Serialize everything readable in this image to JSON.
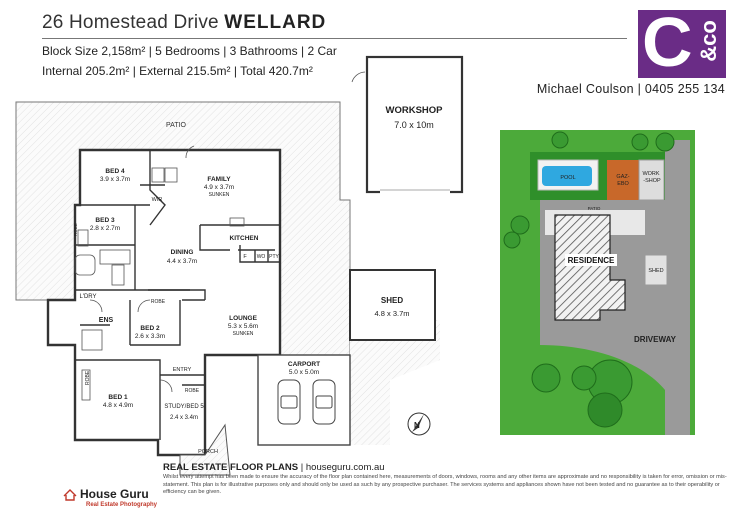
{
  "header": {
    "address": "26 Homestead Drive",
    "suburb": "WELLARD",
    "line1": "Block Size 2,158m² | 5 Bedrooms | 3 Bathrooms | 2 Car",
    "line2": "Internal 205.2m² | External 215.5m² | Total 420.7m²"
  },
  "brand": {
    "logo_letter": "C",
    "logo_suffix": "&co",
    "color": "#6a2c86"
  },
  "agent": "Michael Coulson | 0405 255 134",
  "floorplan": {
    "patio": "PATIO",
    "bed4": "BED 4",
    "bed4_size": "3.9 x 3.7m",
    "family": "FAMILY",
    "family_size": "4.9 x 3.7m",
    "family_note": "SUNKEN",
    "wir": "WIR",
    "bed3": "BED 3",
    "bed3_size": "2.8 x 2.7m",
    "robe": "ROBE",
    "dining": "DINING",
    "dining_size": "4.4 x 3.7m",
    "kitchen": "KITCHEN",
    "fridge": "F",
    "wo": "WO",
    "pty": "PTY",
    "ldry": "L'DRY",
    "ens": "ENS",
    "bed2": "BED 2",
    "bed2_size": "2.6 x 3.3m",
    "lounge": "LOUNGE",
    "lounge_size": "5.3 x 5.6m",
    "lounge_note": "SUNKEN",
    "entry": "ENTRY",
    "bed1": "BED 1",
    "bed1_size": "4.8 x 4.9m",
    "study": "STUDY/BED 5",
    "study_size": "2.4 x 3.4m",
    "porch": "PORCH",
    "carport": "CARPORT",
    "carport_size": "5.0 x 5.0m",
    "shed": "SHED",
    "shed_size": "4.8 x 3.7m",
    "workshop": "WORKSHOP",
    "workshop_size": "7.0 x 10m",
    "north": "N"
  },
  "siteplan": {
    "pool": "POOL",
    "gazebo": "GAZ-\nEBO",
    "gazebo_l1": "GAZ-",
    "gazebo_l2": "EBO",
    "workshop_l1": "WORK",
    "workshop_l2": "-SHOP",
    "patio": "PATIO",
    "residence": "RESIDENCE",
    "shed": "SHED",
    "driveway": "DRIVEWAY"
  },
  "footer": {
    "title": "REAL ESTATE FLOOR PLANS",
    "site": " | houseguru.com.au",
    "disclaimer": "Whilst every attempt has been made to ensure the accuracy of the floor plan contained here, measurements of doors, windows, rooms and any other items are approximate and no responsibility is taken for error, omission or mis-statement. This plan is for illustrative purposes only and should only be used as such by any prospective purchaser. The services systems and appliances shown have not been tested and no guarantee as to their operability or efficiency can be given.",
    "brand": "House Guru",
    "brand_sub": "Real Estate Photography"
  }
}
